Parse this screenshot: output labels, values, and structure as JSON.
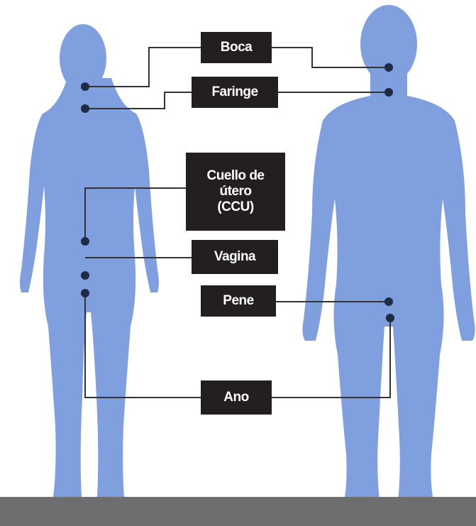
{
  "labels": {
    "boca": "Boca",
    "faringe": "Faringe",
    "cuello_utero": "Cuello de\nútero\n(CCU)",
    "vagina": "Vagina",
    "pene": "Pene",
    "ano": "Ano"
  },
  "colors": {
    "body": "#7f9fde",
    "body_shade": "#6d8dd0",
    "label_bg": "#231f20",
    "label_text": "#ffffff",
    "dot": "#1f2a44",
    "line": "#333333",
    "floor": "#6e6e70"
  }
}
